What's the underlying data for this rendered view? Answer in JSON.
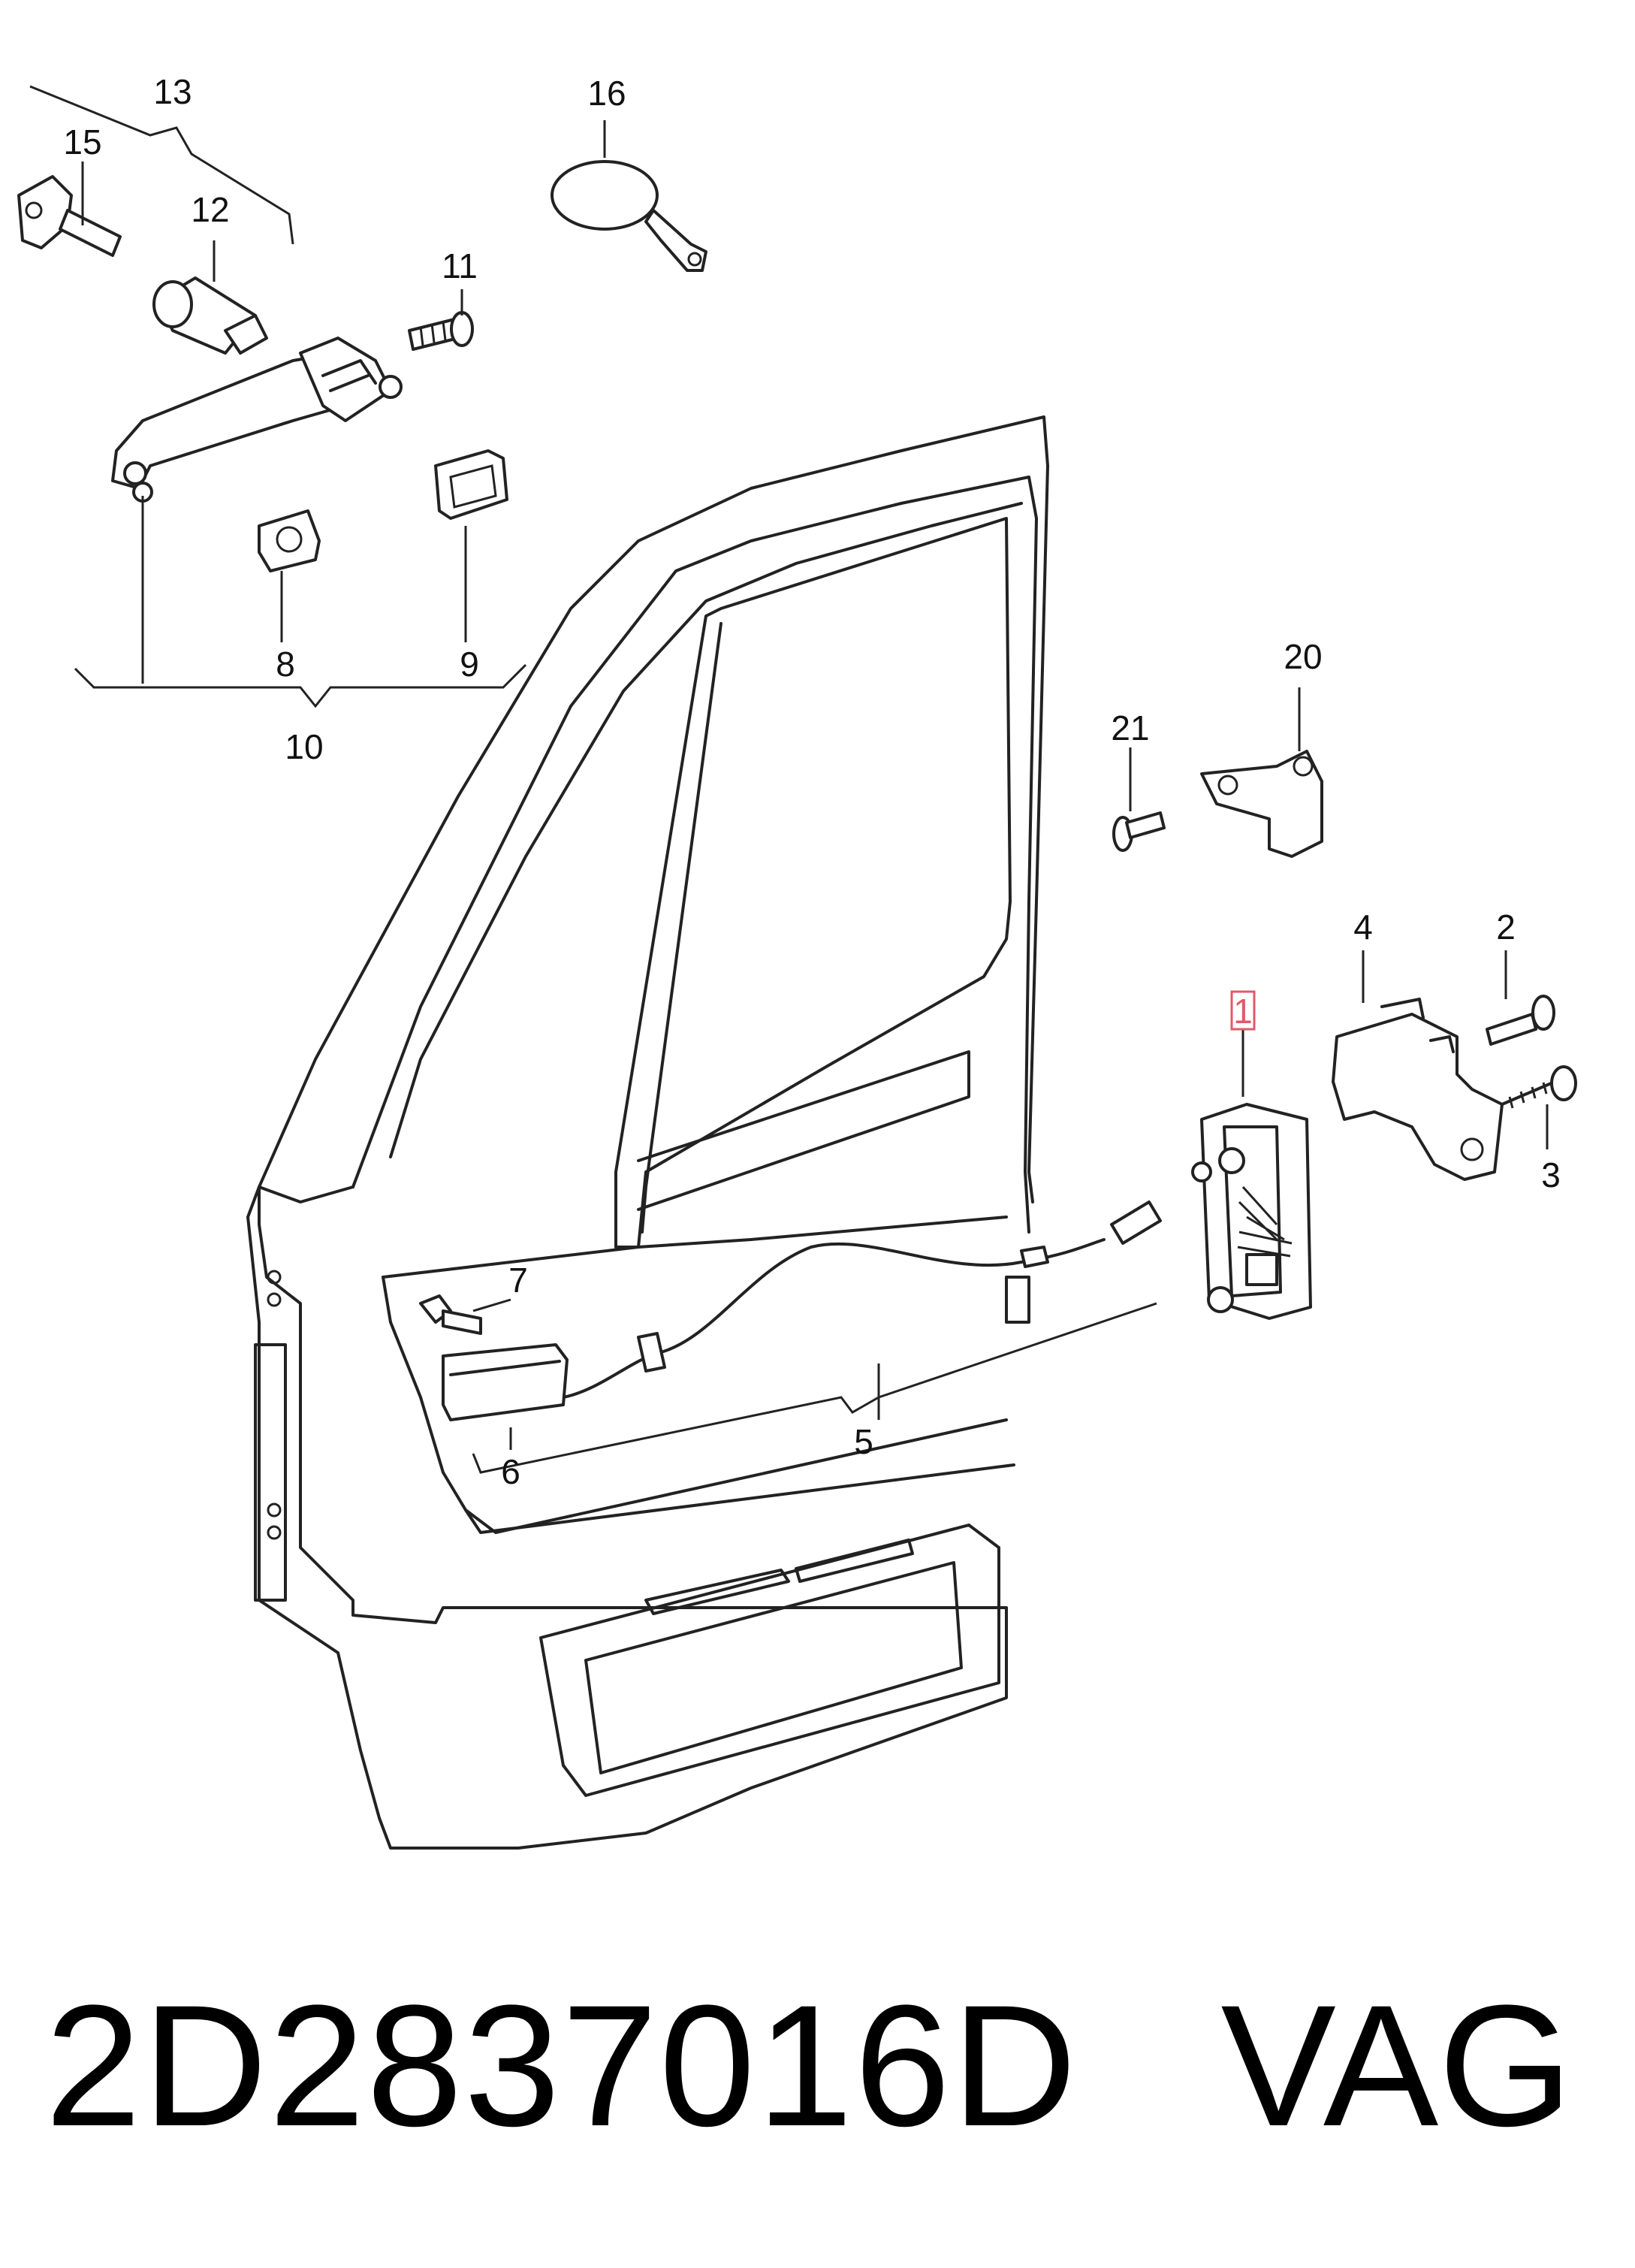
{
  "callouts": {
    "c1": "1",
    "c2": "2",
    "c3": "3",
    "c4": "4",
    "c5": "5",
    "c6": "6",
    "c7": "7",
    "c8": "8",
    "c9": "9",
    "c10": "10",
    "c11": "11",
    "c12": "12",
    "c13": "13",
    "c15": "15",
    "c16": "16",
    "c20": "20",
    "c21": "21"
  },
  "highlighted_callout": "1",
  "colors": {
    "highlight": "#e05a6a",
    "line": "#222222"
  },
  "footer": {
    "part_number": "2D2837016D",
    "brand": "VAG"
  }
}
